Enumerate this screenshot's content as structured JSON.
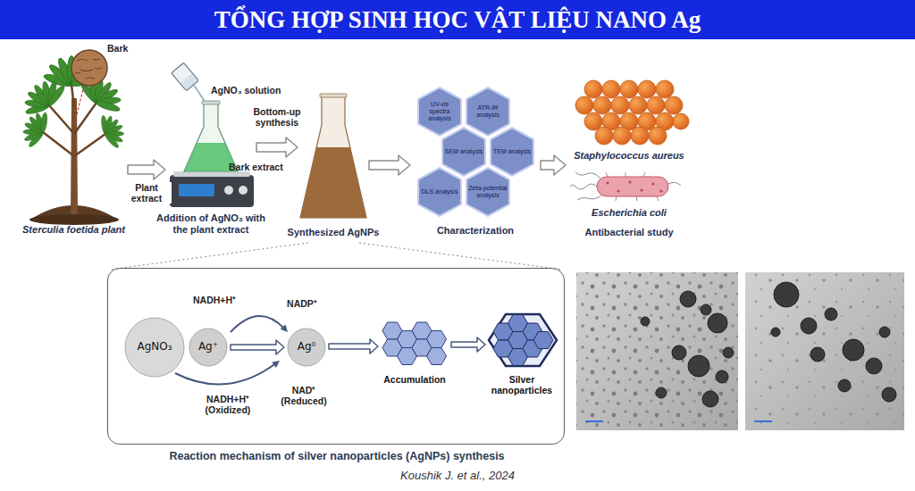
{
  "diagram": {
    "title": "TỔNG HỢP SINH HỌC VẬT LIỆU NANO Ag",
    "caption": "Koushik J. et al., 2024",
    "nodes": [
      {
        "text": [
          "Sterculia foetida plant"
        ]
      },
      {
        "text": [
          "Addition of AgNO₃ with the plant extract"
        ]
      },
      {
        "text": [
          "Synthesized AgNPs"
        ]
      },
      {
        "text": [
          "Characterization"
        ]
      },
      {
        "text": [
          "UV-vis spectra analysis"
        ],
        "in": 3
      },
      {
        "text": [
          "ATR-IR analysis"
        ],
        "in": 3
      },
      {
        "text": [
          "SEM analysis"
        ],
        "in": 3
      },
      {
        "text": [
          "TEM analysis"
        ],
        "in": 3
      },
      {
        "text": [
          "DLS analysis"
        ],
        "in": 3
      },
      {
        "text": [
          "Zeta-potential analysis"
        ],
        "in": 3
      },
      {
        "text": [
          "Staphylococcus aureus",
          "Escherichia coli",
          "Antibacterial study"
        ]
      },
      {
        "text": [
          "Reaction mechanism of silver nanoparticles (AgNPs) synthesis"
        ]
      },
      {
        "text": [
          "AgNO₃"
        ],
        "in": 11
      },
      {
        "text": [
          "Ag⁺"
        ],
        "in": 11
      },
      {
        "text": [
          "Ag⁰"
        ],
        "in": 11
      },
      {
        "text": [
          "Accumulation"
        ],
        "in": 11
      },
      {
        "text": [
          "Silver nanoparticles"
        ],
        "in": 11
      }
    ],
    "edges": [
      {
        "from": 0,
        "to": 1,
        "arrow": "to",
        "label": "Plant extract"
      },
      {
        "from": 1,
        "to": 2,
        "arrow": "to",
        "label": "Bottom-up synthesis"
      },
      {
        "from": 2,
        "to": 3,
        "arrow": "to"
      },
      {
        "from": 3,
        "to": 10,
        "arrow": "to"
      },
      {
        "from": 13,
        "to": 14,
        "arrow": "to"
      },
      {
        "from": 14,
        "to": 15,
        "arrow": "to"
      },
      {
        "from": 15,
        "to": 16,
        "arrow": "to"
      }
    ],
    "labels": [
      "Bark",
      "AgNO₃ solution",
      "Bark extract",
      "NADH+H⁺",
      "NADP⁺",
      "NADH+H⁺ (Oxidized)",
      "NAD⁺ (Reduced)"
    ]
  }
}
